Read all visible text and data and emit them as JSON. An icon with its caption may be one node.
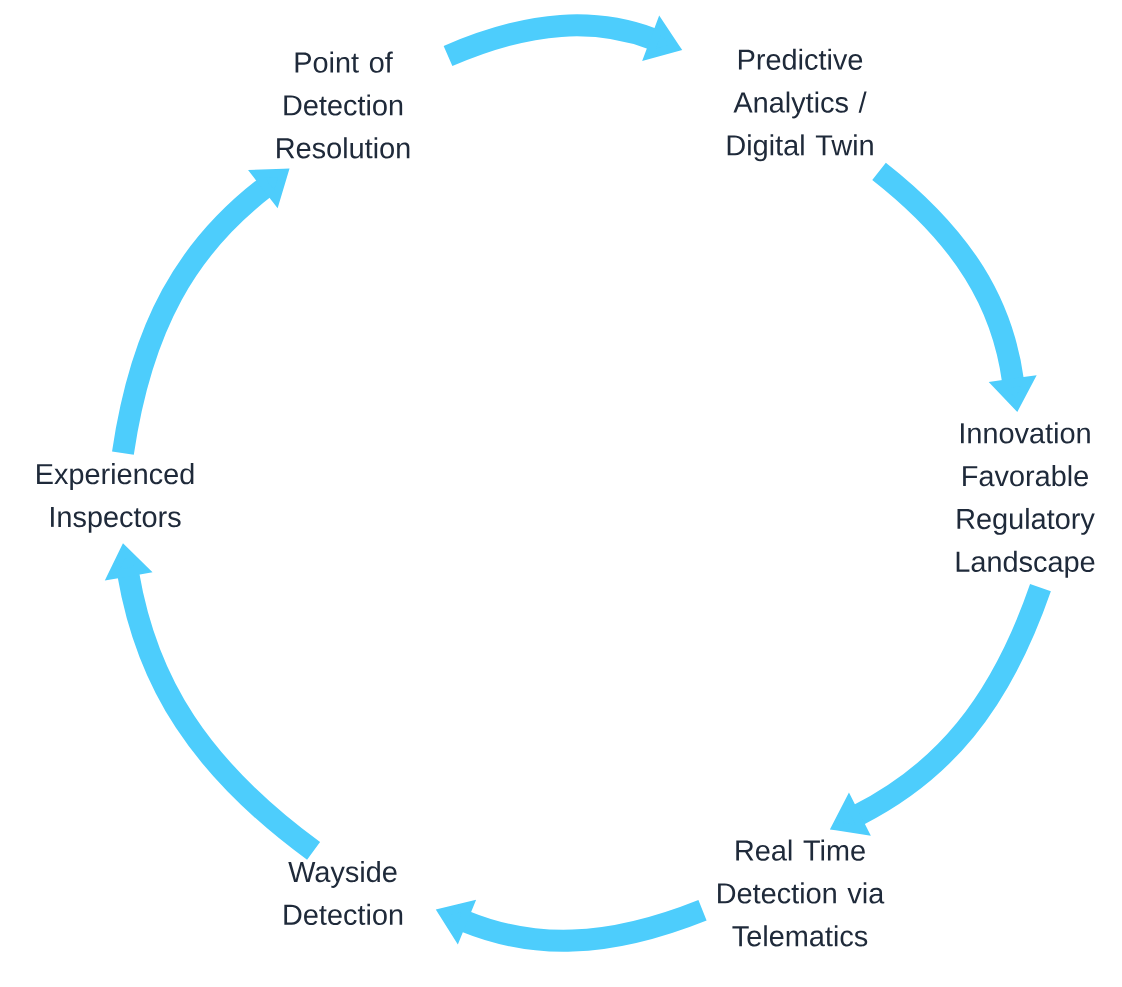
{
  "diagram": {
    "nodes": [
      {
        "text": [
          "Point of Detection Resolution"
        ]
      },
      {
        "text": [
          "Predictive Analytics / Digital Twin"
        ]
      },
      {
        "text": [
          "Innovation Favorable Regulatory Landscape"
        ]
      },
      {
        "text": [
          "Real Time Detection via Telematics"
        ]
      },
      {
        "text": [
          "Wayside Detection"
        ]
      },
      {
        "text": [
          "Experienced Inspectors"
        ]
      }
    ],
    "edges": [
      {
        "from": 0,
        "to": 1,
        "arrow": "to"
      },
      {
        "from": 1,
        "to": 2,
        "arrow": "to"
      },
      {
        "from": 2,
        "to": 3,
        "arrow": "to"
      },
      {
        "from": 3,
        "to": 4,
        "arrow": "to"
      },
      {
        "from": 4,
        "to": 5,
        "arrow": "to"
      },
      {
        "from": 5,
        "to": 0,
        "arrow": "to"
      }
    ]
  }
}
